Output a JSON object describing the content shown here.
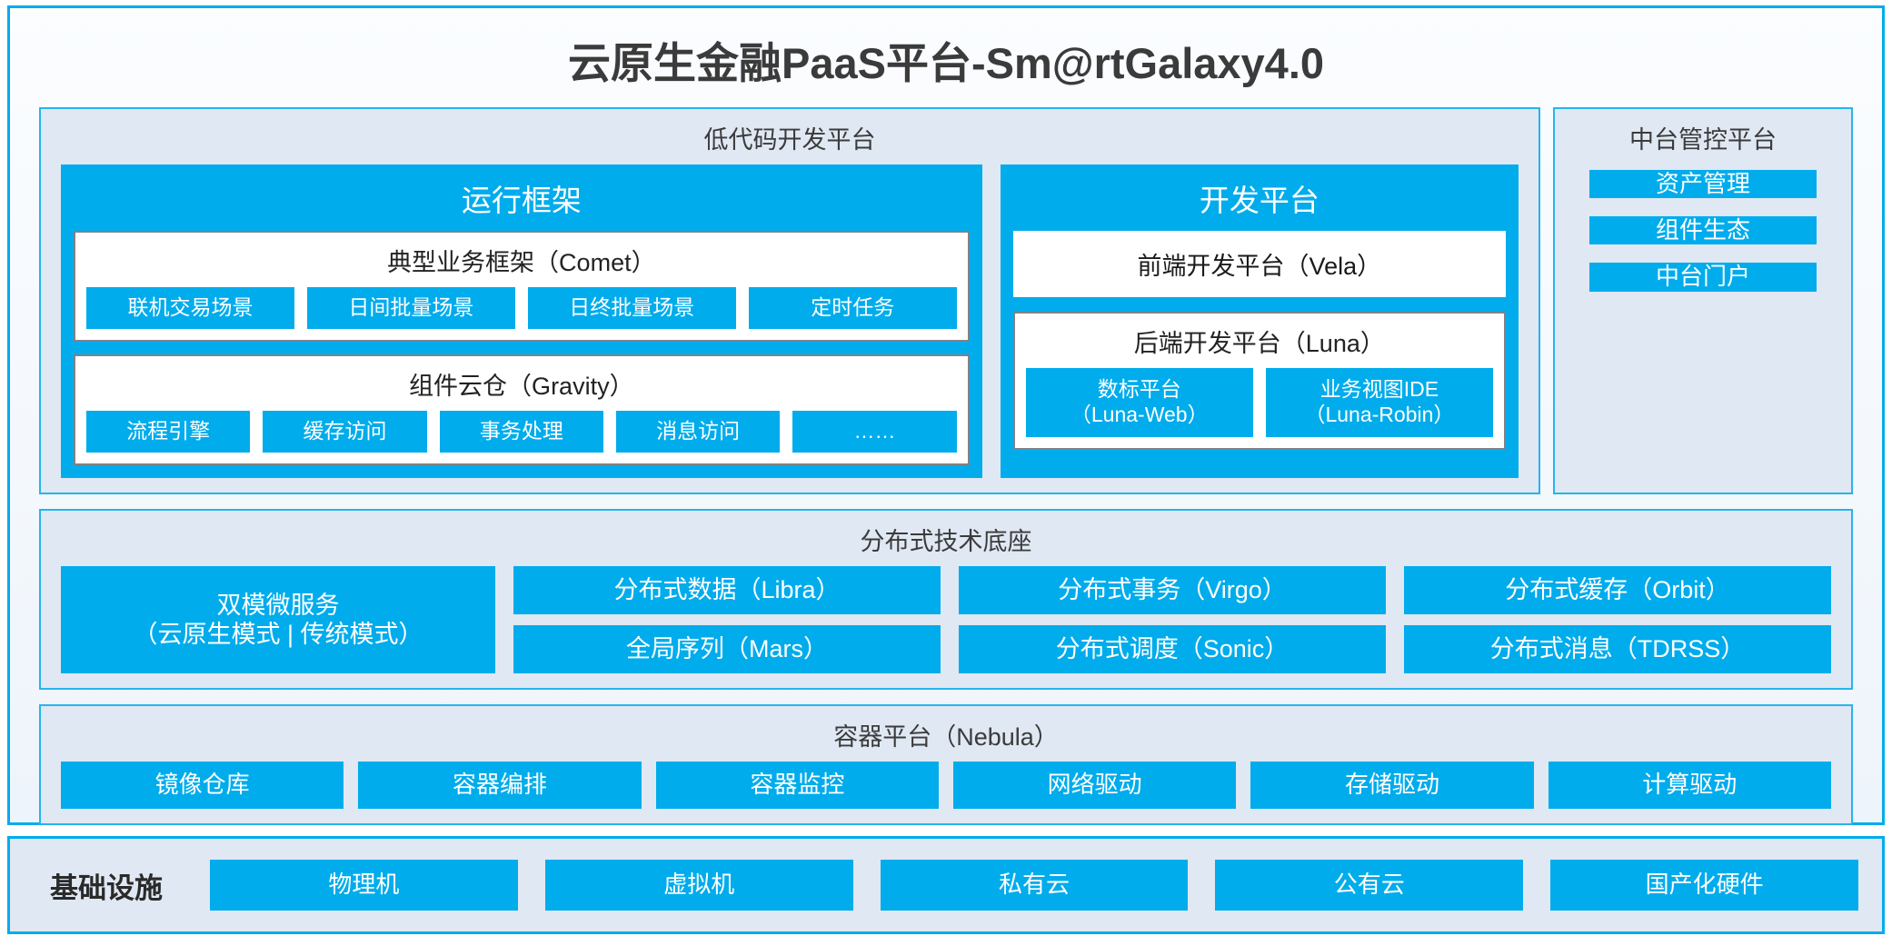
{
  "title": "云原生金融PaaS平台-Sm@rtGalaxy4.0",
  "colors": {
    "accent_blue": "#00ACEC",
    "panel_bg": "#E0E8F3",
    "panel_border": "#26B4EE",
    "box_border": "#808285",
    "text_dark": "#3b3b3b"
  },
  "lowcode": {
    "title": "低代码开发平台",
    "runtime": {
      "title": "运行框架",
      "comet": {
        "title": "典型业务框架（Comet）",
        "items": [
          "联机交易场景",
          "日间批量场景",
          "日终批量场景",
          "定时任务"
        ]
      },
      "gravity": {
        "title": "组件云仓（Gravity）",
        "items": [
          "流程引擎",
          "缓存访问",
          "事务处理",
          "消息访问",
          "……"
        ]
      }
    },
    "devplatform": {
      "title": "开发平台",
      "frontend": "前端开发平台（Vela）",
      "backend": {
        "title": "后端开发平台（Luna）",
        "items": [
          {
            "line1": "数标平台",
            "line2": "（Luna-Web）"
          },
          {
            "line1": "业务视图IDE",
            "line2": "（Luna-Robin）"
          }
        ]
      }
    }
  },
  "control_platform": {
    "title": "中台管控平台",
    "items": [
      "资产管理",
      "组件生态",
      "中台门户"
    ]
  },
  "distributed": {
    "title": "分布式技术底座",
    "microservice": {
      "line1": "双模微服务",
      "line2": "（云原生模式 | 传统模式）"
    },
    "columns": [
      [
        "分布式数据（Libra）",
        "全局序列（Mars）"
      ],
      [
        "分布式事务（Virgo）",
        "分布式调度（Sonic）"
      ],
      [
        "分布式缓存（Orbit）",
        "分布式消息（TDRSS）"
      ]
    ]
  },
  "container": {
    "title": "容器平台（Nebula）",
    "items": [
      "镜像仓库",
      "容器编排",
      "容器监控",
      "网络驱动",
      "存储驱动",
      "计算驱动"
    ]
  },
  "infrastructure": {
    "label": "基础设施",
    "items": [
      "物理机",
      "虚拟机",
      "私有云",
      "公有云",
      "国产化硬件"
    ]
  }
}
